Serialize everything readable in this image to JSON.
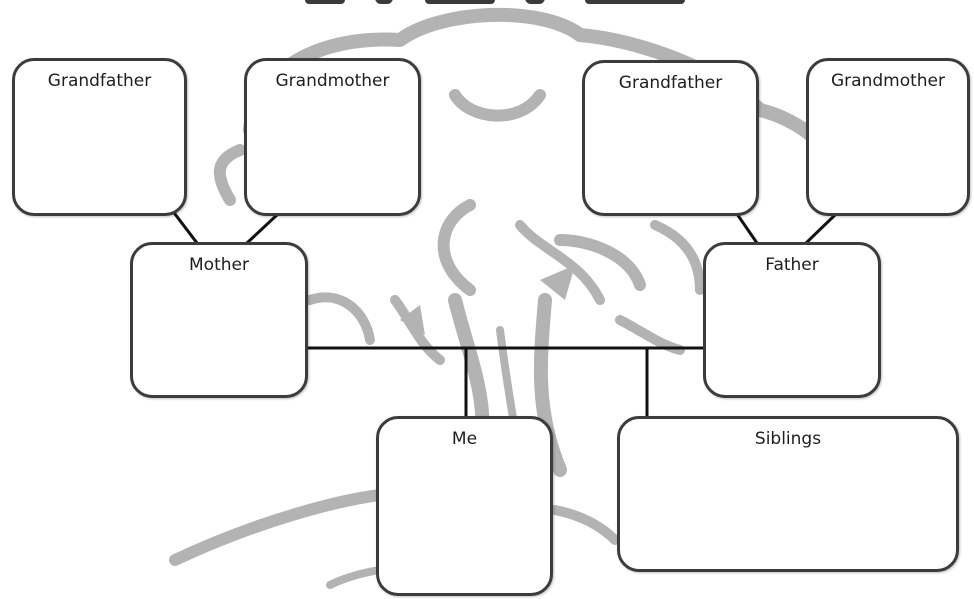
{
  "boxes": {
    "maternal_grandfather": {
      "label": "Grandfather"
    },
    "maternal_grandmother": {
      "label": "Grandmother"
    },
    "paternal_grandfather": {
      "label": "Grandfather"
    },
    "paternal_grandmother": {
      "label": "Grandmother"
    },
    "mother": {
      "label": "Mother"
    },
    "father": {
      "label": "Father"
    },
    "me": {
      "label": "Me"
    },
    "siblings": {
      "label": "Siblings"
    }
  },
  "colors": {
    "box_border": "#3c3c3c",
    "connector": "#111111",
    "tree_illustration": "#b3b3b3",
    "background": "#ffffff"
  }
}
